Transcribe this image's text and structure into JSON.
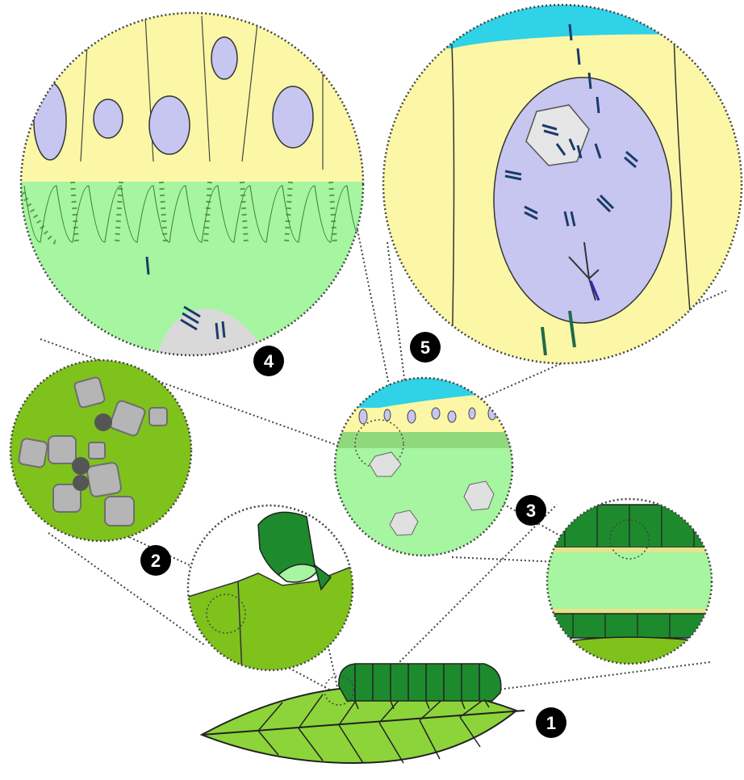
{
  "figure": {
    "panels": [
      {
        "id": "1",
        "label": "1",
        "content": "leaf-with-caterpillar"
      },
      {
        "id": "2",
        "label": "2",
        "content": "crystals-micrograph"
      },
      {
        "id": "3",
        "label": "3",
        "content": "midgut-cross-section"
      },
      {
        "id": "4",
        "label": "4",
        "content": "epithelium-closeup"
      },
      {
        "id": "5",
        "label": "5",
        "content": "cell-nucleus-closeup"
      }
    ],
    "colors": {
      "leaf": "#8cd43a",
      "caterpillar": "#1e8a2e",
      "gut_lumen": "#a6f5a0",
      "epithelium": "#fbf7a6",
      "nucleus": "#c7c6f1",
      "hemocoel": "#2fd2e6",
      "crystal_bg": "#7fc21c",
      "outline": "#222222"
    }
  }
}
